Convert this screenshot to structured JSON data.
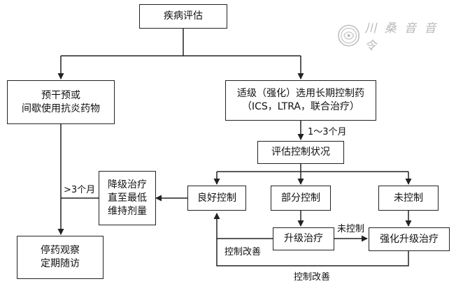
{
  "nodes": {
    "assess": "疾病评估",
    "prevent": "预干预或\n间歇使用抗炎药物",
    "longterm": "适级（强化）选用长期控制药\n（ICS，LTRA，联合治疗）",
    "evaluate": "评估控制状况",
    "good": "良好控制",
    "partial": "部分控制",
    "uncontrolled": "未控制",
    "stepdown": "降级治疗\n直至最低\n维持剂量",
    "stop": "停药观察\n定期随访",
    "stepup": "升级治疗",
    "stepup_strong": "强化升级治疗"
  },
  "labels": {
    "interval": "1～3个月",
    "over3": ">3个月",
    "uncontrolled": "未控制",
    "improve1": "控制改善",
    "improve2": "控制改善"
  },
  "watermark": {
    "text": "川 桑 音 音 令",
    "icon": "seal-icon"
  },
  "colors": {
    "line": "#222222",
    "watermark": "#b9b9b9"
  }
}
